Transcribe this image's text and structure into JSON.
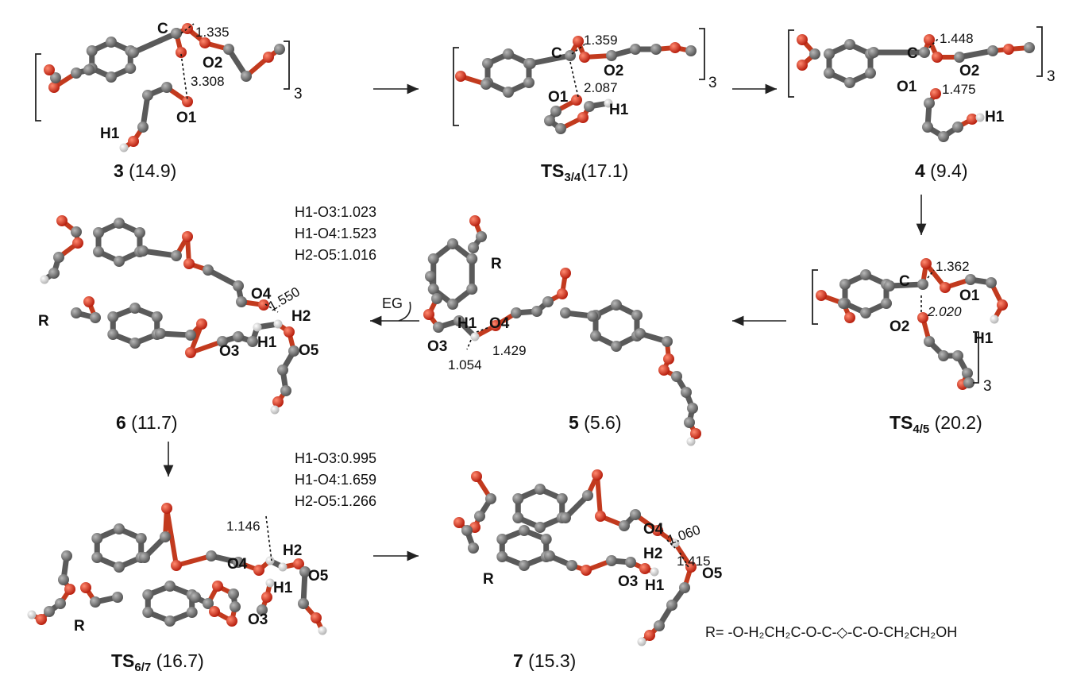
{
  "colors": {
    "carbon": "#7a7a7a",
    "oxygen": "#e0301e",
    "hydrogen": "#f2f2f2",
    "bond": "#5a5a5a"
  },
  "structures": [
    {
      "id": "s3",
      "caption_bold": "3",
      "caption_sub": "",
      "caption_energy": " (14.9)",
      "labels": {
        "C": "C",
        "O2": "O2",
        "O1": "O1",
        "H1": "H1"
      },
      "distances": [
        "1.335",
        "3.308"
      ],
      "repeat": "3"
    },
    {
      "id": "s34",
      "caption_bold": "TS",
      "caption_sub": "3/4",
      "caption_energy": "(17.1)",
      "labels": {
        "C": "C",
        "O2": "O2",
        "O1": "O1",
        "H1": "H1"
      },
      "distances": [
        "1.359",
        "2.087"
      ],
      "repeat": "3"
    },
    {
      "id": "s4",
      "caption_bold": "4",
      "caption_sub": "",
      "caption_energy": " (9.4)",
      "labels": {
        "C": "C",
        "O2": "O2",
        "O1": "O1",
        "H1": "H1"
      },
      "distances": [
        "1.448",
        "1.475"
      ],
      "repeat": "3"
    },
    {
      "id": "s45",
      "caption_bold": "TS",
      "caption_sub": "4/5",
      "caption_energy": " (20.2)",
      "labels": {
        "C": "C",
        "O1": "O1",
        "O2": "O2",
        "H1": "H1"
      },
      "distances": [
        "1.362",
        "2.020"
      ],
      "repeat": "3"
    },
    {
      "id": "s5",
      "caption_bold": "5",
      "caption_sub": "",
      "caption_energy": " (5.6)",
      "labels": {
        "R": "R",
        "H1": "H1",
        "O4": "O4",
        "O3": "O3"
      },
      "distances": [
        "1.054",
        "1.429"
      ]
    },
    {
      "id": "s6",
      "caption_bold": "6",
      "caption_sub": "",
      "caption_energy": " (11.7)",
      "labels": {
        "O4": "O4",
        "H2": "H2",
        "H1": "H1",
        "O3": "O3",
        "O5": "O5",
        "R": "R"
      },
      "distances": [
        "1.550"
      ]
    },
    {
      "id": "s67",
      "caption_bold": "TS",
      "caption_sub": "6/7",
      "caption_energy": " (16.7)",
      "labels": {
        "O4": "O4",
        "H2": "H2",
        "H1": "H1",
        "O5": "O5",
        "O3": "O3",
        "R": "R"
      },
      "distances": [
        "1.146"
      ]
    },
    {
      "id": "s7",
      "caption_bold": "7",
      "caption_sub": "",
      "caption_energy": " (15.3)",
      "labels": {
        "O4": "O4",
        "H2": "H2",
        "H1": "H1",
        "O5": "O5",
        "O3": "O3",
        "R": "R"
      },
      "distances": [
        "1.060",
        "1.415"
      ]
    }
  ],
  "notes": {
    "six": [
      "H1-O3:1.023",
      "H1-O4:1.523",
      "H2-O5:1.016"
    ],
    "ts67": [
      "H1-O3:0.995",
      "H1-O4:1.659",
      "H2-O5:1.266"
    ]
  },
  "eg_label": "EG",
  "r_definition": "R= -O-H₂CH₂C-O-C-◇-C-O-CH₂CH₂OH"
}
